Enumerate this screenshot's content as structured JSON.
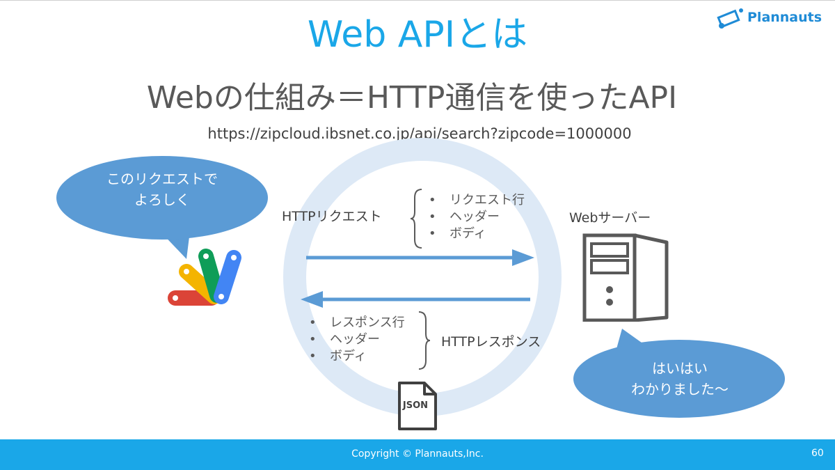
{
  "slide": {
    "title": "Web APIとは",
    "subtitle": "Webの仕組み＝HTTP通信を使ったAPI",
    "url": "https://zipcloud.ibsnet.co.jp/api/search?zipcode=1000000"
  },
  "logo": {
    "text": "Plannauts",
    "color": "#1f8bd6"
  },
  "client_bubble": {
    "text": "このリクエストで\nよろしく"
  },
  "server_bubble": {
    "text": "はいはい\nわかりました～"
  },
  "request": {
    "label": "HTTPリクエスト",
    "items": [
      "リクエスト行",
      "ヘッダー",
      "ボディ"
    ]
  },
  "response": {
    "label": "HTTPレスポンス",
    "items": [
      "レスポンス行",
      "ヘッダー",
      "ボディ"
    ]
  },
  "server": {
    "label": "Webサーバー"
  },
  "json_icon": {
    "label": "JSON"
  },
  "footer": {
    "copyright": "Copyright © Plannauts,Inc.",
    "page_number": "60"
  },
  "colors": {
    "title": "#1aa7e8",
    "footer": "#1aa7e8",
    "bubble": "#5b9bd5",
    "arrow": "#5b9bd5",
    "ring": "#dde9f6",
    "server_outline": "#595959"
  },
  "icons": {
    "client": "google-apps-script-icon",
    "server": "web-server-icon",
    "document": "json-file-icon"
  }
}
